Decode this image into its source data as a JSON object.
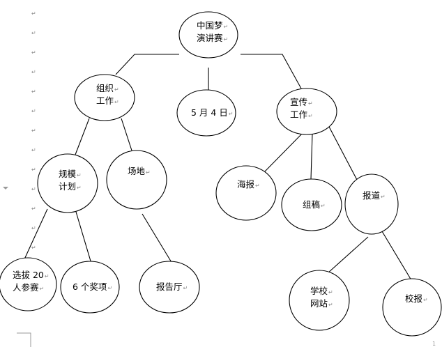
{
  "nodes": [
    {
      "id": "root",
      "lines": [
        "中国梦",
        "演讲赛"
      ]
    },
    {
      "id": "organize",
      "lines": [
        "组织",
        "工作"
      ]
    },
    {
      "id": "date",
      "lines": [
        "5 月 4 日"
      ]
    },
    {
      "id": "publicity",
      "lines": [
        "宣传",
        "工作"
      ]
    },
    {
      "id": "plan",
      "lines": [
        "规模",
        "计划"
      ]
    },
    {
      "id": "venue",
      "lines": [
        "场地"
      ]
    },
    {
      "id": "poster",
      "lines": [
        "海报"
      ]
    },
    {
      "id": "manuscript",
      "lines": [
        "组稿"
      ]
    },
    {
      "id": "report",
      "lines": [
        "报道"
      ]
    },
    {
      "id": "select",
      "lines": [
        "选拔 20",
        "人参赛"
      ]
    },
    {
      "id": "awards",
      "lines": [
        "6 个奖项"
      ]
    },
    {
      "id": "hall",
      "lines": [
        "报告厅"
      ]
    },
    {
      "id": "website",
      "lines": [
        "学校",
        "网站"
      ]
    },
    {
      "id": "newspaper",
      "lines": [
        "校报"
      ]
    }
  ],
  "edges": [
    [
      "root",
      "organize"
    ],
    [
      "root",
      "date"
    ],
    [
      "root",
      "publicity"
    ],
    [
      "organize",
      "plan"
    ],
    [
      "organize",
      "venue"
    ],
    [
      "publicity",
      "poster"
    ],
    [
      "publicity",
      "manuscript"
    ],
    [
      "publicity",
      "report"
    ],
    [
      "plan",
      "select"
    ],
    [
      "plan",
      "awards"
    ],
    [
      "venue",
      "hall"
    ],
    [
      "report",
      "website"
    ],
    [
      "report",
      "newspaper"
    ]
  ],
  "paragraph_mark": "↵",
  "page_number": "1"
}
